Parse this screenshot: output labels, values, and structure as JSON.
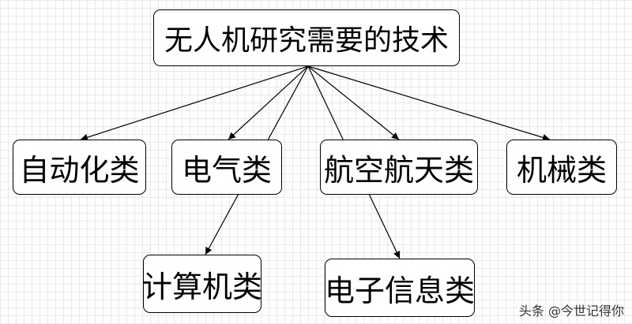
{
  "root": {
    "label": "无人机研究需要的技术"
  },
  "children": [
    {
      "id": "auto",
      "label": "自动化类"
    },
    {
      "id": "elec",
      "label": "电气类"
    },
    {
      "id": "aero",
      "label": "航空航天类"
    },
    {
      "id": "mech",
      "label": "机械类"
    },
    {
      "id": "comp",
      "label": "计算机类"
    },
    {
      "id": "elec-info",
      "label": "电子信息类"
    }
  ],
  "watermark": "头条 @今世记得你",
  "colors": {
    "line": "#000000",
    "node_border": "#000000",
    "grid": "#e9e9e9",
    "background": "#ffffff"
  }
}
